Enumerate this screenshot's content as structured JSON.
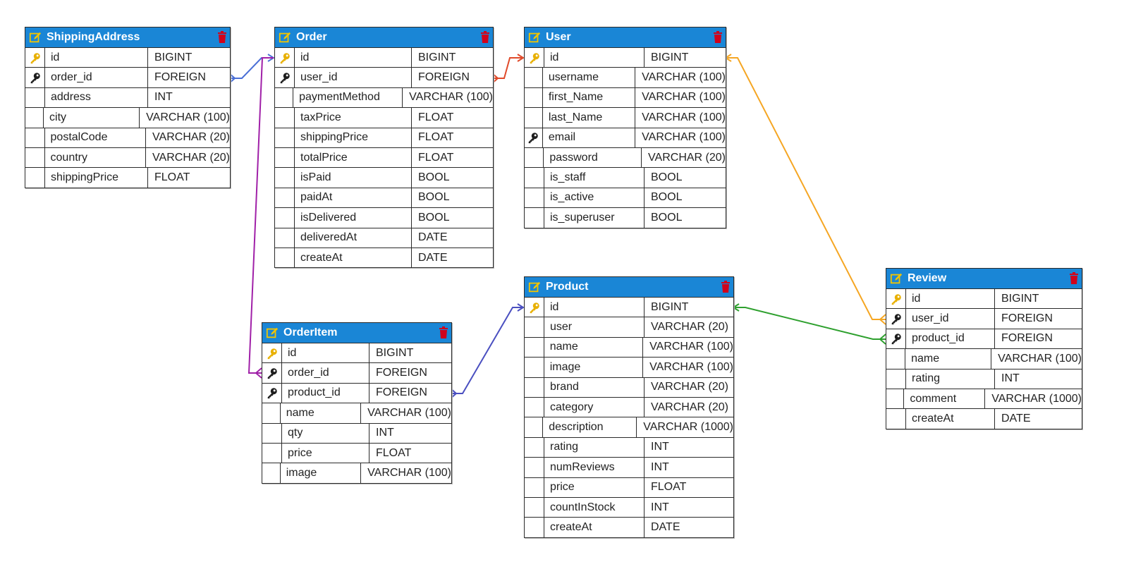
{
  "tables": [
    {
      "id": "ShippingAddress",
      "title": "ShippingAddress",
      "rows": [
        {
          "name": "id",
          "type": "BIGINT",
          "key": "primary"
        },
        {
          "name": "order_id",
          "type": "FOREIGN",
          "key": "foreign"
        },
        {
          "name": "address",
          "type": "INT",
          "key": ""
        },
        {
          "name": "city",
          "type": "VARCHAR (100)",
          "key": ""
        },
        {
          "name": "postalCode",
          "type": "VARCHAR (20)",
          "key": ""
        },
        {
          "name": "country",
          "type": "VARCHAR (20)",
          "key": ""
        },
        {
          "name": "shippingPrice",
          "type": "FLOAT",
          "key": ""
        }
      ]
    },
    {
      "id": "Order",
      "title": "Order",
      "rows": [
        {
          "name": "id",
          "type": "BIGINT",
          "key": "primary"
        },
        {
          "name": "user_id",
          "type": "FOREIGN",
          "key": "foreign"
        },
        {
          "name": "paymentMethod",
          "type": "VARCHAR (100)",
          "key": ""
        },
        {
          "name": "taxPrice",
          "type": "FLOAT",
          "key": ""
        },
        {
          "name": "shippingPrice",
          "type": "FLOAT",
          "key": ""
        },
        {
          "name": "totalPrice",
          "type": "FLOAT",
          "key": ""
        },
        {
          "name": "isPaid",
          "type": "BOOL",
          "key": ""
        },
        {
          "name": "paidAt",
          "type": "BOOL",
          "key": ""
        },
        {
          "name": "isDelivered",
          "type": "BOOL",
          "key": ""
        },
        {
          "name": "deliveredAt",
          "type": "DATE",
          "key": ""
        },
        {
          "name": "createAt",
          "type": "DATE",
          "key": ""
        }
      ]
    },
    {
      "id": "User",
      "title": "User",
      "rows": [
        {
          "name": "id",
          "type": "BIGINT",
          "key": "primary"
        },
        {
          "name": "username",
          "type": "VARCHAR (100)",
          "key": ""
        },
        {
          "name": "first_Name",
          "type": "VARCHAR (100)",
          "key": ""
        },
        {
          "name": "last_Name",
          "type": "VARCHAR (100)",
          "key": ""
        },
        {
          "name": "email",
          "type": "VARCHAR (100)",
          "key": "foreign"
        },
        {
          "name": "password",
          "type": "VARCHAR (20)",
          "key": ""
        },
        {
          "name": "is_staff",
          "type": "BOOL",
          "key": ""
        },
        {
          "name": "is_active",
          "type": "BOOL",
          "key": ""
        },
        {
          "name": "is_superuser",
          "type": "BOOL",
          "key": ""
        }
      ]
    },
    {
      "id": "OrderItem",
      "title": "OrderItem",
      "rows": [
        {
          "name": "id",
          "type": "BIGINT",
          "key": "primary"
        },
        {
          "name": "order_id",
          "type": "FOREIGN",
          "key": "foreign"
        },
        {
          "name": "product_id",
          "type": "FOREIGN",
          "key": "foreign"
        },
        {
          "name": "name",
          "type": "VARCHAR (100)",
          "key": ""
        },
        {
          "name": "qty",
          "type": "INT",
          "key": ""
        },
        {
          "name": "price",
          "type": "FLOAT",
          "key": ""
        },
        {
          "name": "image",
          "type": "VARCHAR (100)",
          "key": ""
        }
      ]
    },
    {
      "id": "Product",
      "title": "Product",
      "rows": [
        {
          "name": "id",
          "type": "BIGINT",
          "key": "primary"
        },
        {
          "name": "user",
          "type": "VARCHAR (20)",
          "key": ""
        },
        {
          "name": "name",
          "type": "VARCHAR (100)",
          "key": ""
        },
        {
          "name": "image",
          "type": "VARCHAR (100)",
          "key": ""
        },
        {
          "name": "brand",
          "type": "VARCHAR (20)",
          "key": ""
        },
        {
          "name": "category",
          "type": "VARCHAR (20)",
          "key": ""
        },
        {
          "name": "description",
          "type": "VARCHAR (1000)",
          "key": ""
        },
        {
          "name": "rating",
          "type": "INT",
          "key": ""
        },
        {
          "name": "numReviews",
          "type": "INT",
          "key": ""
        },
        {
          "name": "price",
          "type": "FLOAT",
          "key": ""
        },
        {
          "name": "countInStock",
          "type": "INT",
          "key": ""
        },
        {
          "name": "createAt",
          "type": "DATE",
          "key": ""
        }
      ]
    },
    {
      "id": "Review",
      "title": "Review",
      "rows": [
        {
          "name": "id",
          "type": "BIGINT",
          "key": "primary"
        },
        {
          "name": "user_id",
          "type": "FOREIGN",
          "key": "foreign"
        },
        {
          "name": "product_id",
          "type": "FOREIGN",
          "key": "foreign"
        },
        {
          "name": "name",
          "type": "VARCHAR (100)",
          "key": ""
        },
        {
          "name": "rating",
          "type": "INT",
          "key": ""
        },
        {
          "name": "comment",
          "type": "VARCHAR (1000)",
          "key": ""
        },
        {
          "name": "createAt",
          "type": "DATE",
          "key": ""
        }
      ]
    }
  ],
  "relations": [
    {
      "from": "ShippingAddress.order_id",
      "to": "Order.id",
      "color": "#4a6fd6"
    },
    {
      "from": "Order.user_id",
      "to": "User.id",
      "color": "#e04a2a"
    },
    {
      "from": "OrderItem.order_id",
      "to": "Order.id",
      "color": "#a020a8"
    },
    {
      "from": "OrderItem.product_id",
      "to": "Product.id",
      "color": "#4a4fc0"
    },
    {
      "from": "Review.user_id",
      "to": "User.id",
      "color": "#f5a623"
    },
    {
      "from": "Review.product_id",
      "to": "Product.id",
      "color": "#2ea02e"
    }
  ],
  "colors": {
    "header": "#1a86d6",
    "primary_key": "#e8b000",
    "foreign_key": "#1e1e1e",
    "trash": "#d0021b",
    "edit": "#f2c500"
  }
}
